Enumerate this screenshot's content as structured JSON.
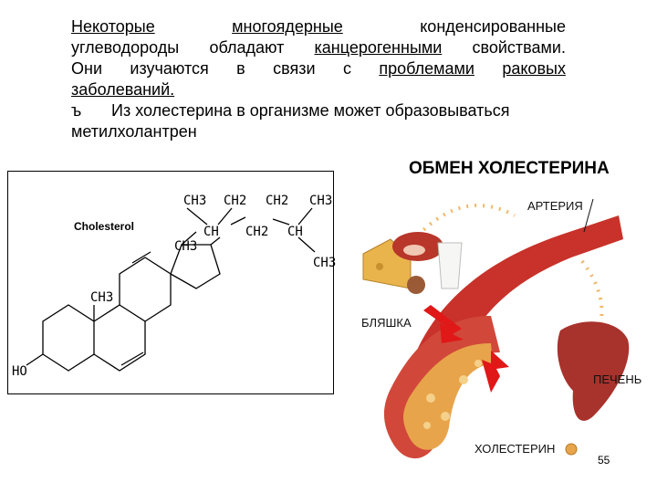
{
  "text": {
    "line1": {
      "w1": "Некоторые",
      "w2": "многоядерные",
      "w3": "конденсированные"
    },
    "line2": {
      "w1": "углеводороды",
      "w2": "обладают",
      "w3": "канцерогенными",
      "w4": "свойствами."
    },
    "line3": {
      "w1": "Они",
      "w2": "изучаются",
      "w3": "в",
      "w4": "связи",
      "w5": "с",
      "w6": "проблемами",
      "w7": "раковых"
    },
    "line4": "заболеваний.",
    "bullet": "ъ",
    "line5": "Из холестерина в организме может образовываться",
    "line6": "метилхолантрен"
  },
  "molecule": {
    "name": "Cholesterol",
    "labels": {
      "ch3_a": "CH3",
      "ch2_a": "CH2",
      "ch2_b": "CH2",
      "ch3_b": "CH3",
      "ch_a": "CH",
      "ch2_c": "CH2",
      "ch_b": "CH",
      "ch3_c": "CH3",
      "ch3_d": "CH3",
      "ch3_e": "CH3",
      "ho": "HO"
    }
  },
  "infographic": {
    "title": "ОБМЕН ХОЛЕСТЕРИНА",
    "artery": "АРТЕРИЯ",
    "plaque": "БЛЯШКА",
    "liver": "ПЕЧЕНЬ",
    "cholesterol": "ХОЛЕСТЕРИН",
    "colors": {
      "artery": "#c8322a",
      "liver": "#a8322c",
      "plaque": "#e8a44a",
      "arrow": "#e01818",
      "dots": "#f2b86a"
    }
  },
  "page_number": "55"
}
